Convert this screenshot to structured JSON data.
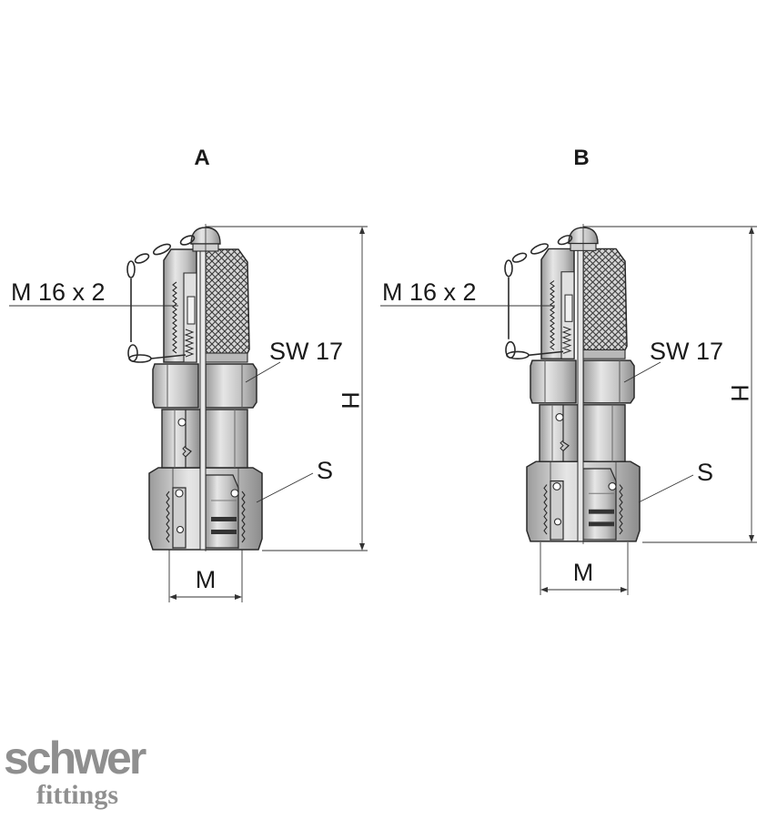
{
  "colors": {
    "metal": "#c4c4c4",
    "metal_light": "#e3e3e3",
    "metal_dark": "#8e8e8e",
    "outline": "#2a2a2a",
    "logo": "#8f8f8f"
  },
  "fittings": [
    {
      "title": "A",
      "thread_label": "M 16 x 2",
      "wrench_label": "SW 17",
      "height_label": "H",
      "nut_label": "S",
      "bottom_label": "M"
    },
    {
      "title": "B",
      "thread_label": "M 16 x 2",
      "wrench_label": "SW 17",
      "height_label": "H",
      "nut_label": "S",
      "bottom_label": "M"
    }
  ],
  "logo": {
    "main": "schwer",
    "sub": "fittings"
  }
}
